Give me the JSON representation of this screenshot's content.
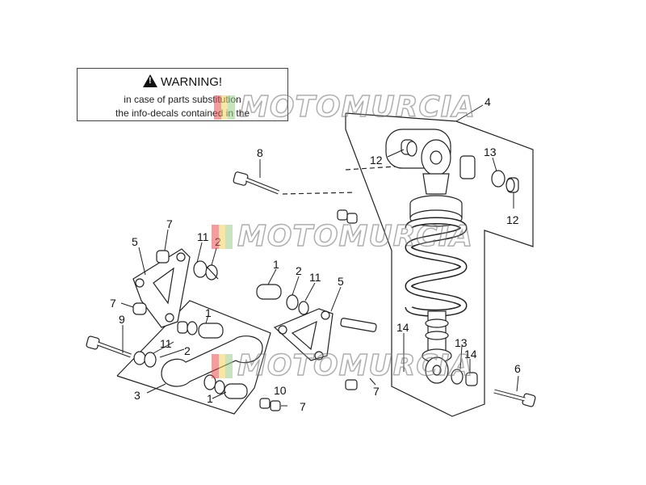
{
  "warning": {
    "title": "WARNING!",
    "line1": "in case of parts substitution",
    "line2": "the info-decals contained in the"
  },
  "watermark": {
    "text": "MOTOMURCIA",
    "flag_colors": [
      "#e94f4f",
      "#f2d25c",
      "#9ccf8a"
    ]
  },
  "callouts": {
    "c4": "4",
    "c8": "8",
    "c12a": "12",
    "c13a": "13",
    "c12b": "12",
    "c7a": "7",
    "c5a": "5",
    "c11a": "11",
    "c2a": "2",
    "c7b": "7",
    "c9": "9",
    "c1a": "1",
    "c11b": "11",
    "c2b": "2",
    "c3": "3",
    "c1b": "1",
    "c10": "10",
    "c7c": "7",
    "c1c": "1",
    "c2c": "2",
    "c11c": "11",
    "c5b": "5",
    "c7d": "7",
    "c14a": "14",
    "c13b": "13",
    "c14b": "14",
    "c6": "6"
  }
}
